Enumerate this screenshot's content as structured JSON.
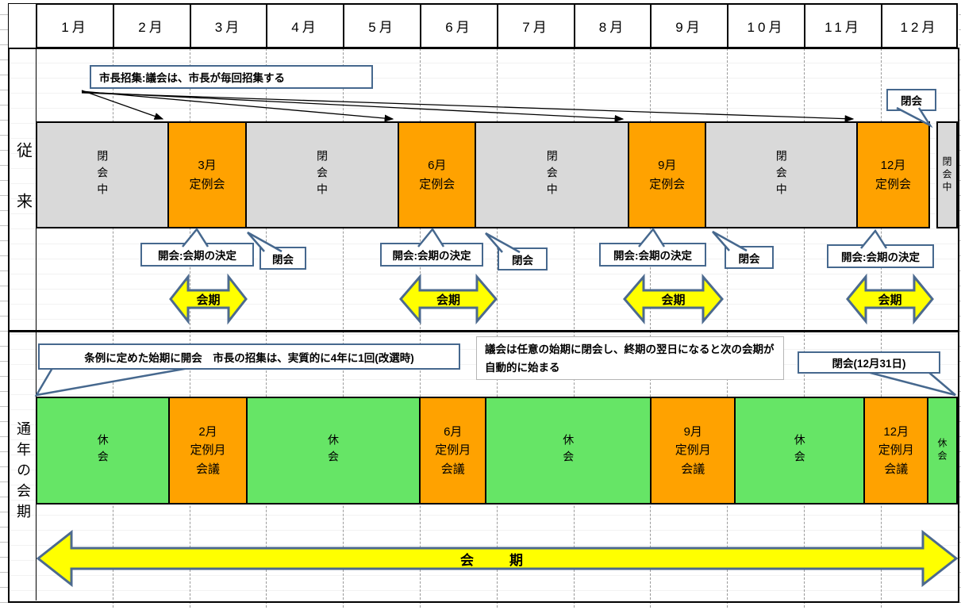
{
  "months": [
    "1月",
    "2月",
    "3月",
    "4月",
    "5月",
    "6月",
    "7月",
    "8月",
    "9月",
    "10月",
    "11月",
    "12月"
  ],
  "colors": {
    "session_orange": "#FFA200",
    "recess_gray": "#D9D9D9",
    "recess_green": "#66E566",
    "period_yellow": "#FFFF00",
    "callout_border_blue": "#46688E"
  },
  "legacy": {
    "row_label": "従来",
    "mayor_callout": "市長招集:議会は、市長が毎回招集する",
    "opening_callout": "開会:会期の決定",
    "closing_callout": "閉会",
    "period_label": "会期",
    "segments": [
      {
        "type": "recess",
        "label": "閉会中"
      },
      {
        "type": "session",
        "label": "3月\n定例会"
      },
      {
        "type": "recess",
        "label": "閉会中"
      },
      {
        "type": "session",
        "label": "6月\n定例会"
      },
      {
        "type": "recess",
        "label": "閉会中"
      },
      {
        "type": "session",
        "label": "9月\n定例会"
      },
      {
        "type": "recess",
        "label": "閉会中"
      },
      {
        "type": "session",
        "label": "12月\n定例会"
      },
      {
        "type": "recess",
        "label": "閉会中"
      }
    ]
  },
  "yearround": {
    "row_label": "通年の会期",
    "opening_callout": "条例に定めた始期に開会　市長の招集は、実質的に4年に1回(改選時)",
    "note": "議会は任意の始期に閉会し、終期の翌日になると次の会期が自動的に始まる",
    "closing_callout": "閉会(12月31日)",
    "period_label": "会　期",
    "segments": [
      {
        "type": "recess",
        "label": "休会"
      },
      {
        "type": "session",
        "label": "2月\n定例月\n会議"
      },
      {
        "type": "recess",
        "label": "休会"
      },
      {
        "type": "session",
        "label": "6月\n定例月\n会議"
      },
      {
        "type": "recess",
        "label": "休会"
      },
      {
        "type": "session",
        "label": "9月\n定例月\n会議"
      },
      {
        "type": "recess",
        "label": "休会"
      },
      {
        "type": "session",
        "label": "12月\n定例月\n会議"
      },
      {
        "type": "recess",
        "label": "休会"
      }
    ]
  }
}
